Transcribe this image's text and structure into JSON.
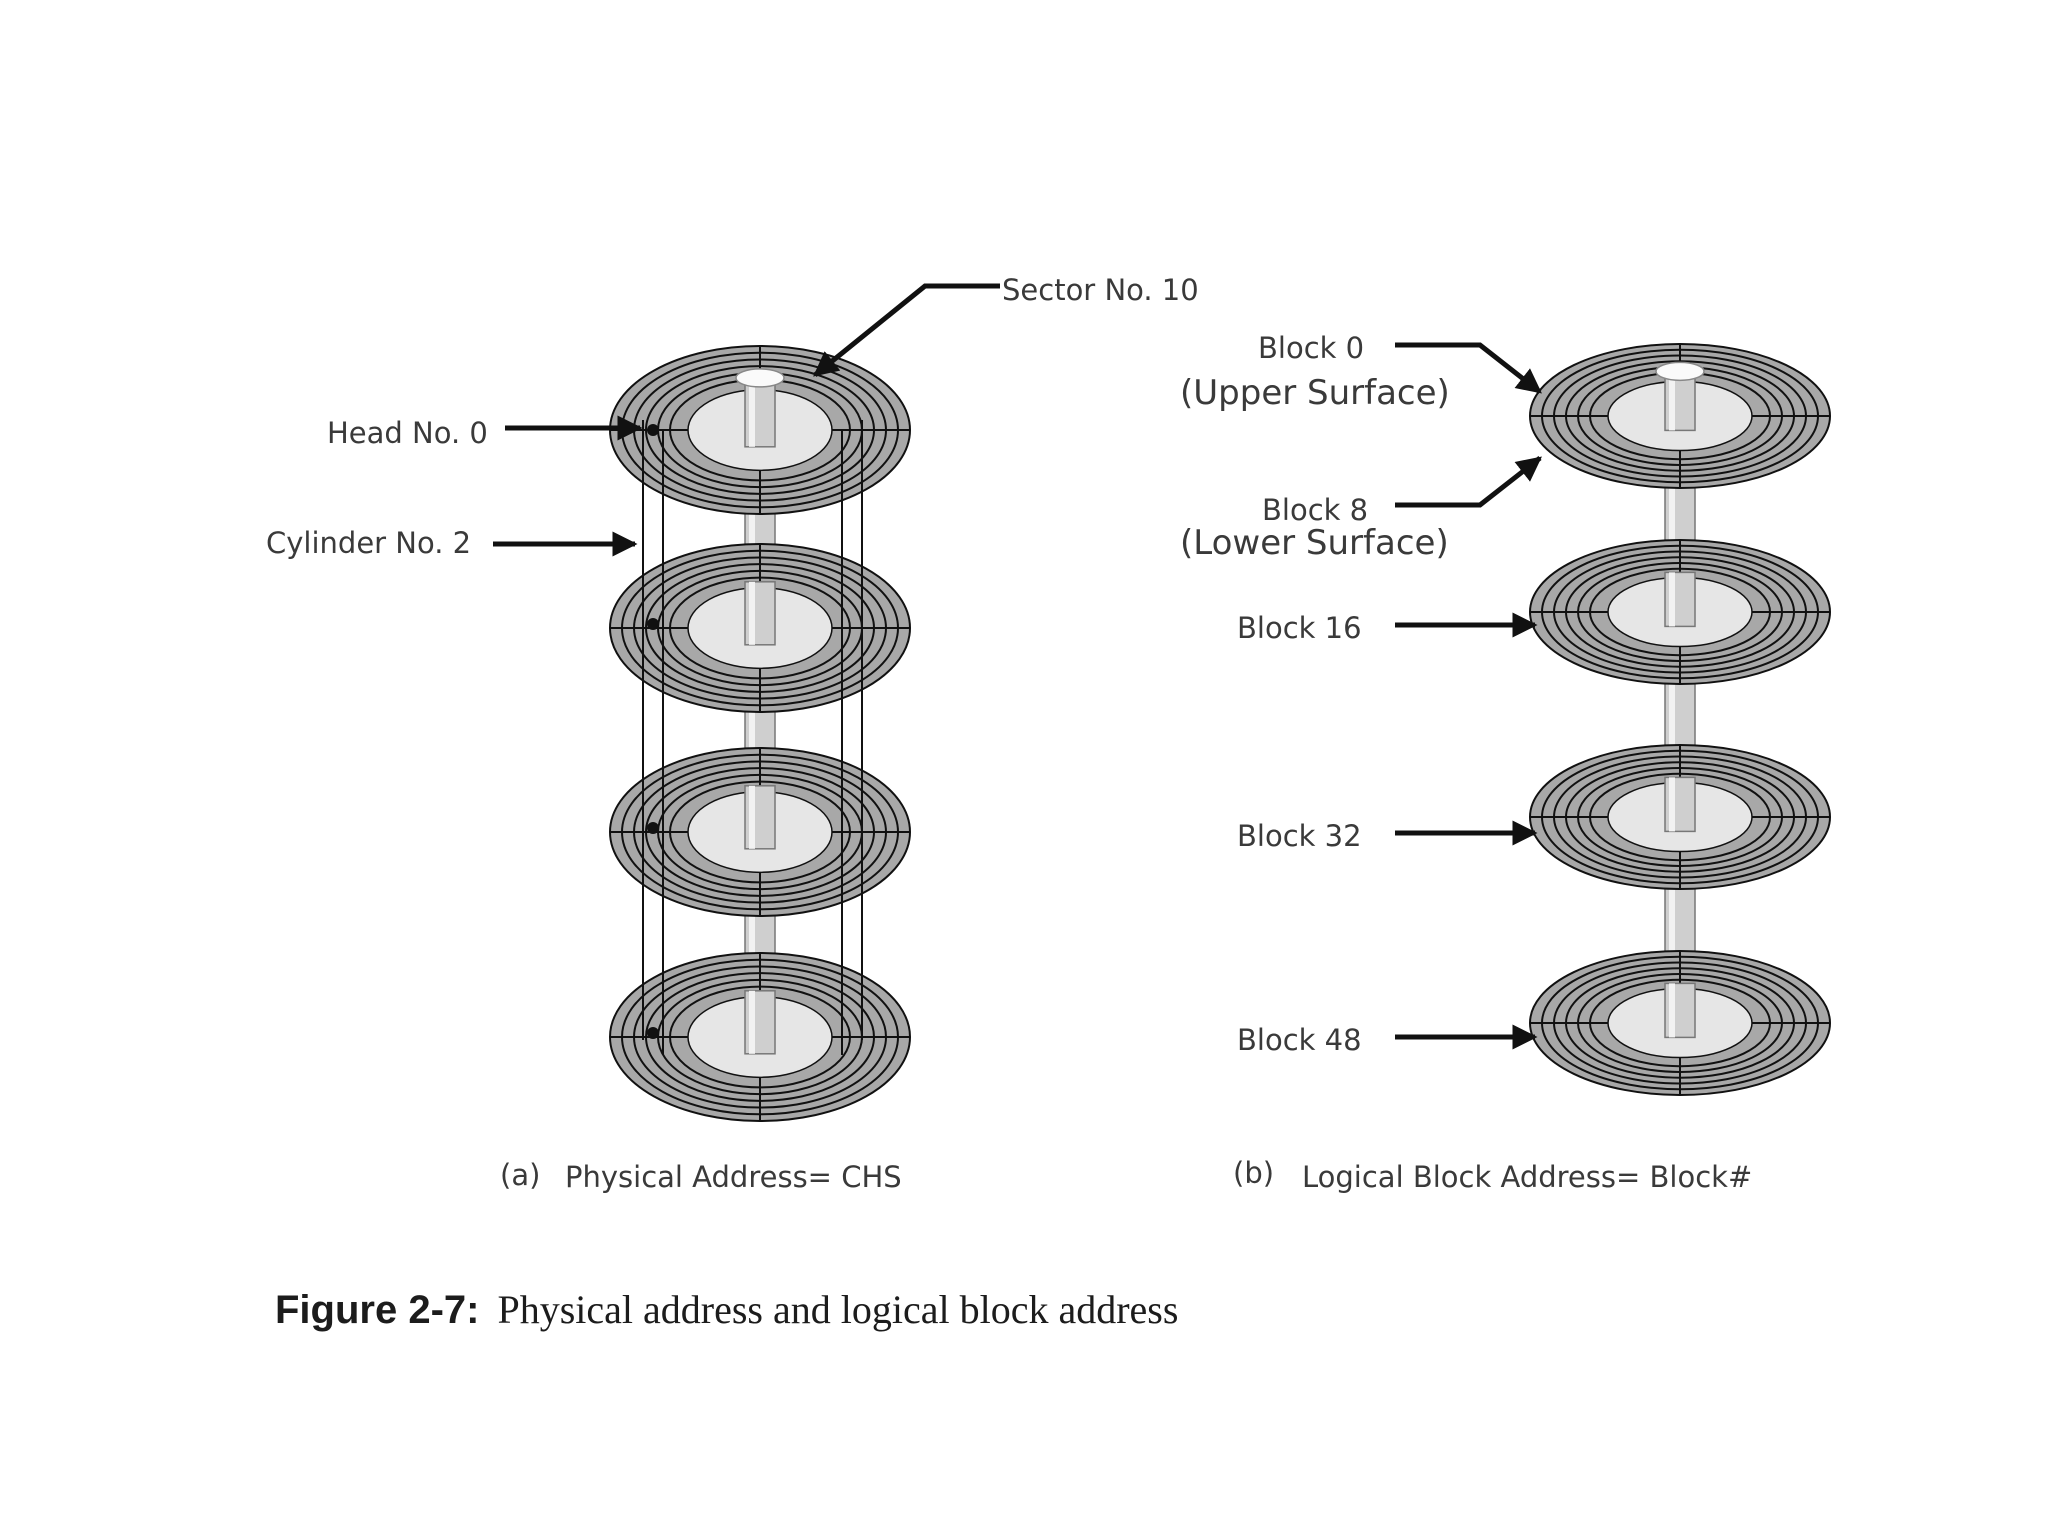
{
  "panel_a": {
    "sector_label": "Sector No. 10",
    "head_label": "Head No. 0",
    "cylinder_label": "Cylinder No. 2",
    "caption_prefix": "(a)",
    "caption": "Physical Address= CHS"
  },
  "panel_b": {
    "block0_label": "Block 0",
    "upper_surface_label": "(Upper Surface)",
    "block8_label": "Block 8",
    "lower_surface_label": "(Lower Surface)",
    "block16_label": "Block 16",
    "block32_label": "Block 32",
    "block48_label": "Block 48",
    "caption_prefix": "(b)",
    "caption": "Logical Block Address= Block#"
  },
  "figure_caption": {
    "number": "Figure 2-7:",
    "text": "Physical address and logical block address"
  },
  "colors": {
    "platter_fill": "#a8a8a8",
    "platter_hub": "#e6e6e6",
    "spindle": "#cfcfcf",
    "ink": "#111111"
  }
}
